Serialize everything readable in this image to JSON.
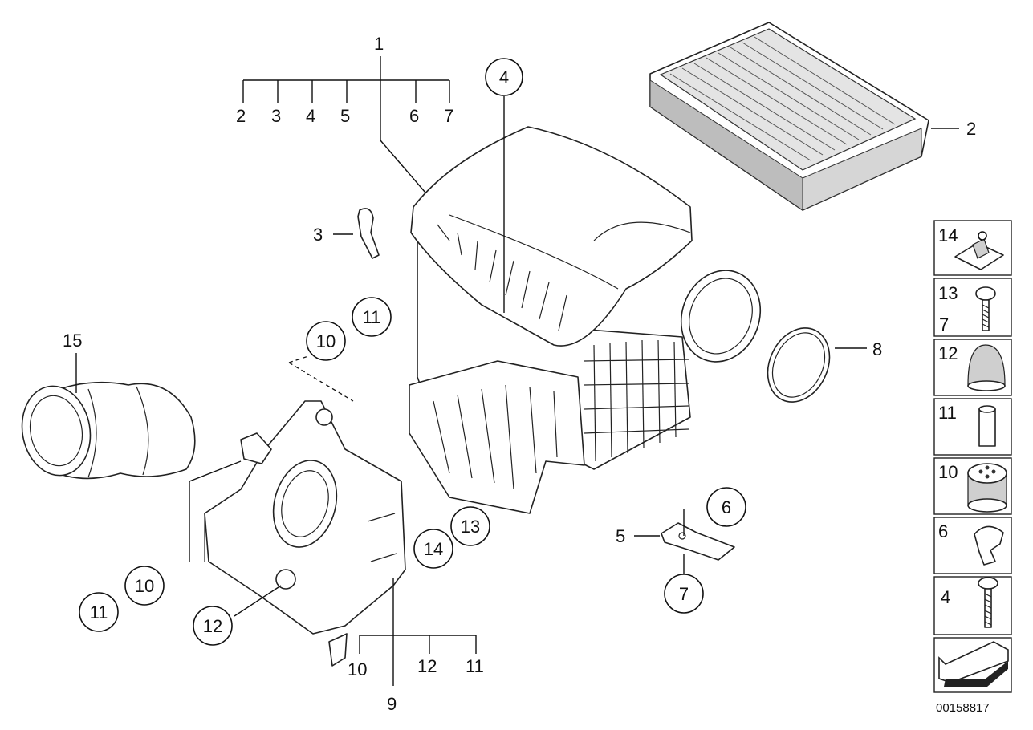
{
  "diagram_id": "00158817",
  "main_labels": {
    "l1": "1",
    "l2a": "2",
    "l3a": "3",
    "l4a": "4",
    "l5a": "5",
    "l6a": "6",
    "l7a": "7",
    "l2": "2",
    "l3": "3",
    "l5": "5",
    "l8": "8",
    "l9": "9",
    "l10a": "10",
    "l12a": "12",
    "l11a": "11",
    "l15": "15"
  },
  "circled_labels": {
    "c4": "4",
    "c11top": "11",
    "c10top": "10",
    "c10low": "10",
    "c11low": "11",
    "c12": "12",
    "c13": "13",
    "c14": "14",
    "c6": "6",
    "c7": "7"
  },
  "legend": [
    {
      "num": "14",
      "icon": "clip-nut-icon"
    },
    {
      "num": "13",
      "num2": "7",
      "icon": "screw-icon"
    },
    {
      "num": "12",
      "icon": "cap-icon"
    },
    {
      "num": "11",
      "icon": "sleeve-icon"
    },
    {
      "num": "10",
      "icon": "grommet-icon"
    },
    {
      "num": "6",
      "icon": "clamp-icon"
    },
    {
      "num": "4",
      "icon": "screw-icon"
    },
    {
      "num": "",
      "icon": "arrow-icon"
    }
  ]
}
